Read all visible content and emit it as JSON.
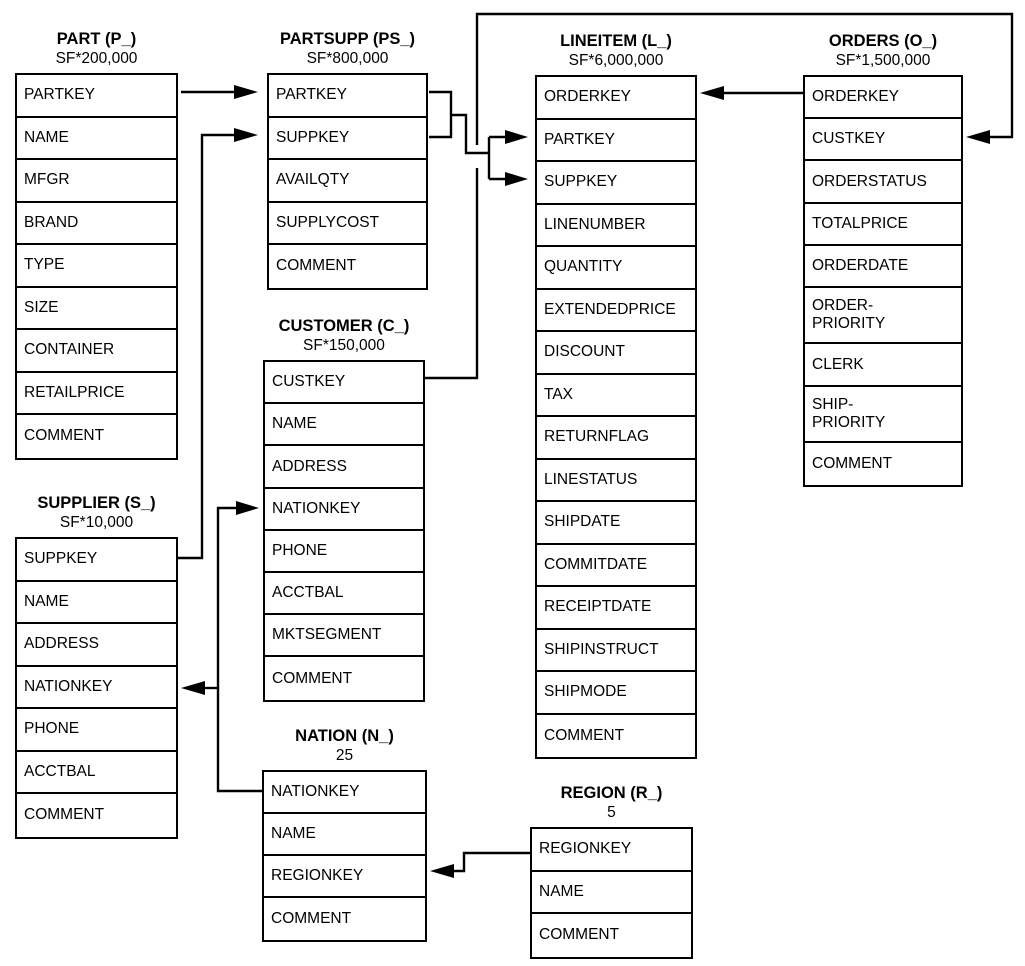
{
  "colors": {
    "line": "#000000",
    "text": "#000000",
    "background": "#ffffff"
  },
  "tables": {
    "part": {
      "name": "PART (P_)",
      "cardinality": "SF*200,000",
      "columns": [
        "PARTKEY",
        "NAME",
        "MFGR",
        "BRAND",
        "TYPE",
        "SIZE",
        "CONTAINER",
        "RETAILPRICE",
        "COMMENT"
      ]
    },
    "partsupp": {
      "name": "PARTSUPP (PS_)",
      "cardinality": "SF*800,000",
      "columns": [
        "PARTKEY",
        "SUPPKEY",
        "AVAILQTY",
        "SUPPLYCOST",
        "COMMENT"
      ]
    },
    "lineitem": {
      "name": "LINEITEM (L_)",
      "cardinality": "SF*6,000,000",
      "columns": [
        "ORDERKEY",
        "PARTKEY",
        "SUPPKEY",
        "LINENUMBER",
        "QUANTITY",
        "EXTENDEDPRICE",
        "DISCOUNT",
        "TAX",
        "RETURNFLAG",
        "LINESTATUS",
        "SHIPDATE",
        "COMMITDATE",
        "RECEIPTDATE",
        "SHIPINSTRUCT",
        "SHIPMODE",
        "COMMENT"
      ]
    },
    "orders": {
      "name": "ORDERS (O_)",
      "cardinality": "SF*1,500,000",
      "columns": [
        "ORDERKEY",
        "CUSTKEY",
        "ORDERSTATUS",
        "TOTALPRICE",
        "ORDERDATE",
        "ORDER-\nPRIORITY",
        "CLERK",
        "SHIP-\nPRIORITY",
        "COMMENT"
      ]
    },
    "supplier": {
      "name": "SUPPLIER (S_)",
      "cardinality": "SF*10,000",
      "columns": [
        "SUPPKEY",
        "NAME",
        "ADDRESS",
        "NATIONKEY",
        "PHONE",
        "ACCTBAL",
        "COMMENT"
      ]
    },
    "customer": {
      "name": "CUSTOMER (C_)",
      "cardinality": "SF*150,000",
      "columns": [
        "CUSTKEY",
        "NAME",
        "ADDRESS",
        "NATIONKEY",
        "PHONE",
        "ACCTBAL",
        "MKTSEGMENT",
        "COMMENT"
      ]
    },
    "nation": {
      "name": "NATION (N_)",
      "cardinality": "25",
      "columns": [
        "NATIONKEY",
        "NAME",
        "REGIONKEY",
        "COMMENT"
      ]
    },
    "region": {
      "name": "REGION (R_)",
      "cardinality": "5",
      "columns": [
        "REGIONKEY",
        "NAME",
        "COMMENT"
      ]
    }
  },
  "relationships": [
    {
      "from": "PART.PARTKEY",
      "to": "PARTSUPP.PARTKEY"
    },
    {
      "from": "SUPPLIER.SUPPKEY",
      "to": "PARTSUPP.SUPPKEY"
    },
    {
      "from": "PARTSUPP.PARTKEY",
      "to": "LINEITEM.PARTKEY"
    },
    {
      "from": "PARTSUPP.SUPPKEY",
      "to": "LINEITEM.SUPPKEY"
    },
    {
      "from": "ORDERS.ORDERKEY",
      "to": "LINEITEM.ORDERKEY"
    },
    {
      "from": "CUSTOMER.CUSTKEY",
      "to": "ORDERS.CUSTKEY"
    },
    {
      "from": "NATION.NATIONKEY",
      "to": "SUPPLIER.NATIONKEY"
    },
    {
      "from": "NATION.NATIONKEY",
      "to": "CUSTOMER.NATIONKEY"
    },
    {
      "from": "REGION.REGIONKEY",
      "to": "NATION.REGIONKEY"
    }
  ]
}
